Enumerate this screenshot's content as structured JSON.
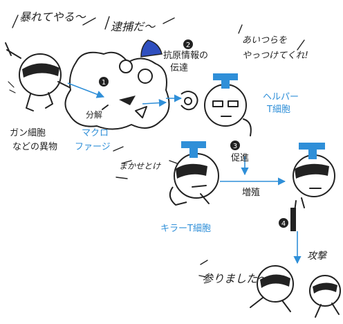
{
  "labels": {
    "abareteru": "暴れてやる〜",
    "taiho": "逮捕だ〜",
    "yattsukete": "あいつらを\nやっつけてくれ!",
    "makasete": "まかせとけ",
    "mairimashita": "参りました〜",
    "kogeki": "攻撃",
    "bunkai": "分解",
    "kogen": "抗原情報の\n伝達",
    "sokushin": "促進",
    "zoshoku": "増殖",
    "gan": "ガン細胞\nなどの異物",
    "macro": "マクロ\nファージ",
    "helper": "ヘルパー\nT細胞",
    "killer": "キラーT細胞"
  },
  "steps": [
    "1",
    "2",
    "3",
    "4"
  ],
  "colors": {
    "accent": "#2f8fd8",
    "ink": "#222222"
  }
}
